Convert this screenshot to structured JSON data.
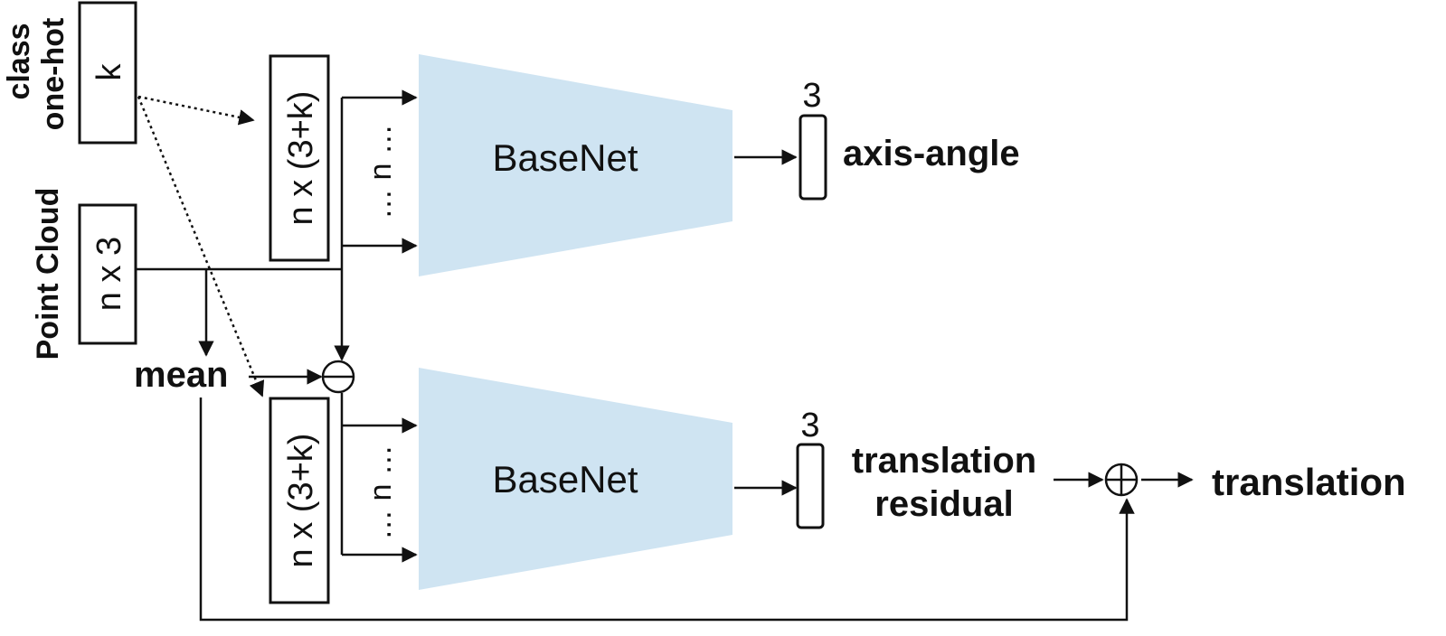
{
  "inputs": {
    "class_onehot": {
      "label_line1": "class",
      "label_line2": "one-hot",
      "box_text": "k"
    },
    "point_cloud": {
      "label": "Point Cloud",
      "box_text": "n x 3"
    }
  },
  "operations": {
    "mean": "mean",
    "subtract_symbol": "⊖",
    "add_symbol": "⊕"
  },
  "top_branch": {
    "input_box_text": "n x (3+k)",
    "dots_text": "… n …",
    "network_label": "BaseNet",
    "output_dim": "3",
    "output_label": "axis-angle"
  },
  "bottom_branch": {
    "input_box_text": "n x (3+k)",
    "dots_text": "… n …",
    "network_label": "BaseNet",
    "output_dim": "3",
    "output_label_line1": "translation",
    "output_label_line2": "residual",
    "final_output_label": "translation"
  },
  "colors": {
    "network_fill": "#cfe4f2",
    "stroke": "#111111",
    "background": "#ffffff"
  }
}
